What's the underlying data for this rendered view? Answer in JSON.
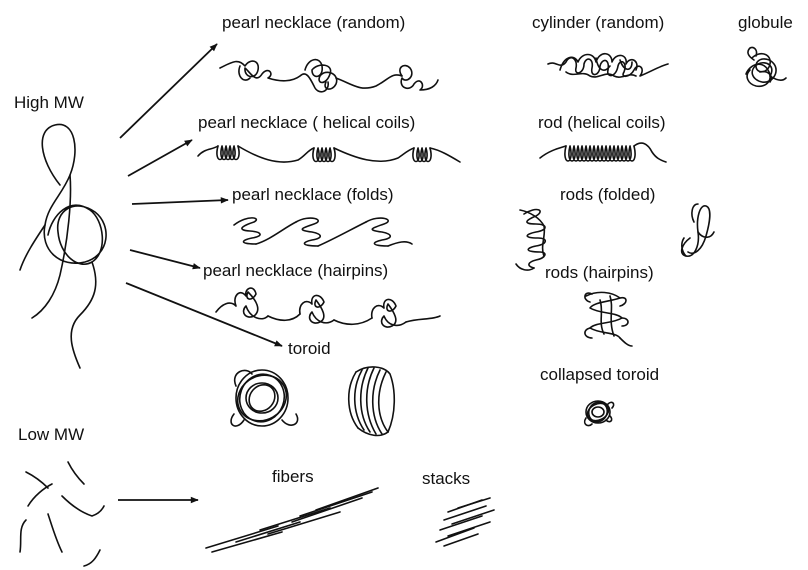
{
  "labels": {
    "high_mw": "High MW",
    "low_mw": "Low MW",
    "pearl_random": "pearl necklace (random)",
    "pearl_helical": "pearl necklace ( helical  coils)",
    "pearl_folds": "pearl necklace (folds)",
    "pearl_hairpins": "pearl necklace (hairpins)",
    "toroid": "toroid",
    "cylinder_random": "cylinder (random)",
    "globule": "globule",
    "rod_helical": "rod (helical coils)",
    "rods_folded": "rods (folded)",
    "rods_hairpins": "rods (hairpins)",
    "collapsed_toroid": "collapsed toroid",
    "fibers": "fibers",
    "stacks": "stacks"
  }
}
